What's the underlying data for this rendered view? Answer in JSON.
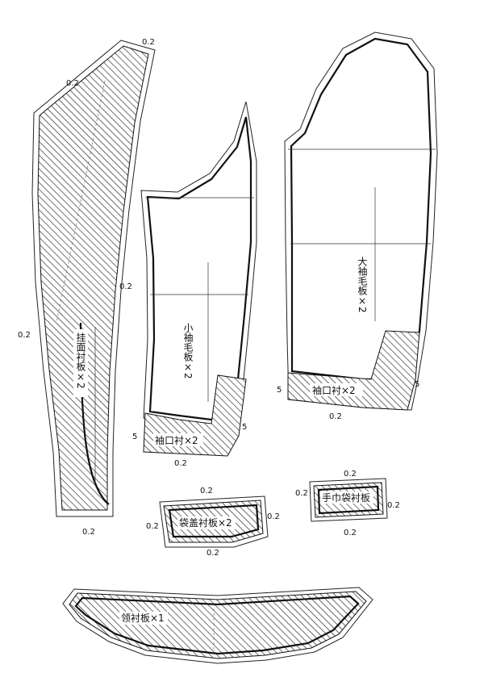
{
  "pieces": {
    "facing": {
      "label": "挂面衬板×2"
    },
    "small_sleeve": {
      "label": "小袖毛板×2",
      "cuff_label": "袖口衬×2"
    },
    "large_sleeve": {
      "label": "大袖毛板×2",
      "cuff_label": "袖口衬×2"
    },
    "pocket_flap": {
      "label": "袋盖衬板×2"
    },
    "welt": {
      "label": "手巾袋衬板"
    },
    "collar": {
      "label": "领衬板×1"
    }
  },
  "seam_allowances": {
    "a": "0.2",
    "b": "5"
  }
}
